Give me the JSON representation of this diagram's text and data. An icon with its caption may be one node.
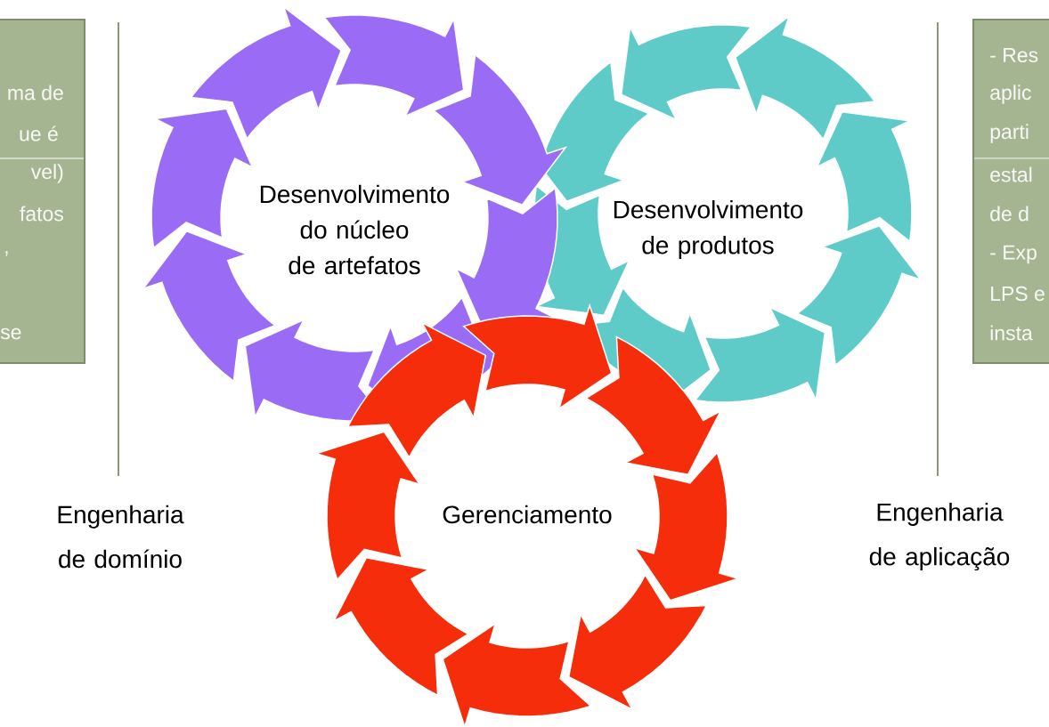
{
  "diagram": {
    "nodes": [
      {
        "text": [
          "ma de",
          "ue é",
          "vel)",
          "fatos",
          ",",
          "se"
        ]
      },
      {
        "text": [
          "- Res",
          "aplic",
          "parti",
          "estal",
          "de d",
          "- Exp",
          "LPS e",
          "insta"
        ]
      },
      {
        "text": [
          "Desenvolvimento do núcleo de artefatos"
        ]
      },
      {
        "text": [
          "Desenvolvimento de produtos"
        ]
      },
      {
        "text": [
          "Gerenciamento"
        ]
      }
    ],
    "labels": [
      "Engenharia de domínio",
      "Engenharia de aplicação"
    ]
  }
}
